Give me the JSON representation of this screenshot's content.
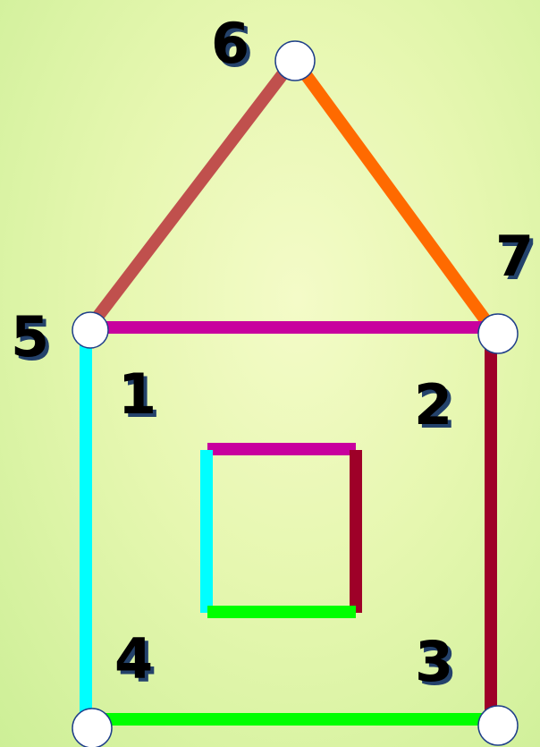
{
  "labels": {
    "n1": "1",
    "n2": "2",
    "n3": "3",
    "n4": "4",
    "n5": "5",
    "n6": "6",
    "n7": "7"
  },
  "colors": {
    "roof_left": "#c0504d",
    "roof_right": "#ff6a00",
    "top_beam": "#c8009e",
    "left_wall": "#00ffff",
    "right_wall": "#9e0028",
    "floor": "#00ff00",
    "node_fill": "#ffffff",
    "node_stroke": "#1f3f8a"
  }
}
